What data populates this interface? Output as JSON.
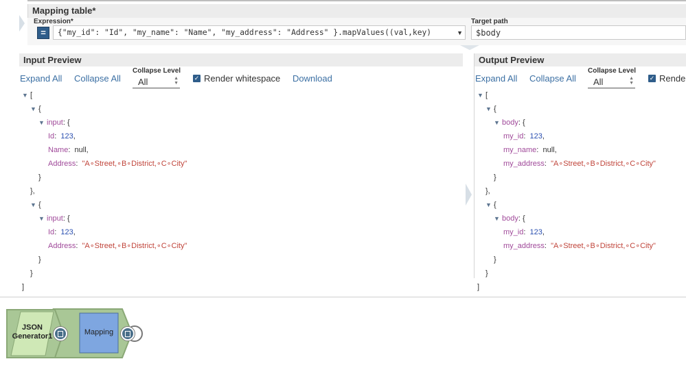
{
  "mapping": {
    "title": "Mapping table*",
    "expression_label": "Expression*",
    "expression_button": "=",
    "expression_value": "{\"my_id\": \"Id\", \"my_name\": \"Name\", \"my_address\": \"Address\" }.mapValues((val,key)",
    "dropdown_glyph": "▼",
    "target_label": "Target path",
    "target_value": "$body"
  },
  "input_preview": {
    "title": "Input Preview",
    "expand_all": "Expand All",
    "collapse_all": "Collapse All",
    "collapse_level_label": "Collapse Level",
    "collapse_level_value": "All",
    "render_whitespace": "Render whitespace",
    "download": "Download",
    "records": [
      {
        "wrapper": "input",
        "fields": [
          {
            "key": "Id",
            "value": "123",
            "kind": "num"
          },
          {
            "key": "Name",
            "value": "null",
            "kind": "nul"
          },
          {
            "key": "Address",
            "value": "\"A∘Street,∘B∘District,∘C∘City\"",
            "kind": "str"
          }
        ]
      },
      {
        "wrapper": "input",
        "fields": [
          {
            "key": "Id",
            "value": "123",
            "kind": "num"
          },
          {
            "key": "Address",
            "value": "\"A∘Street,∘B∘District,∘C∘City\"",
            "kind": "str"
          }
        ]
      }
    ]
  },
  "output_preview": {
    "title": "Output Preview",
    "expand_all": "Expand All",
    "collapse_all": "Collapse All",
    "collapse_level_label": "Collapse Level",
    "collapse_level_value": "All",
    "render_whitespace": "Render",
    "records": [
      {
        "wrapper": "body",
        "fields": [
          {
            "key": "my_id",
            "value": "123",
            "kind": "num"
          },
          {
            "key": "my_name",
            "value": "null",
            "kind": "nul"
          },
          {
            "key": "my_address",
            "value": "\"A∘Street,∘B∘District,∘C∘City\"",
            "kind": "str"
          }
        ]
      },
      {
        "wrapper": "body",
        "fields": [
          {
            "key": "my_id",
            "value": "123",
            "kind": "num"
          },
          {
            "key": "my_address",
            "value": "\"A∘Street,∘B∘District,∘C∘City\"",
            "kind": "str"
          }
        ]
      }
    ]
  },
  "pipeline": {
    "snap1_label": "JSON Generator1",
    "snap2_label": "Mapping"
  },
  "colors": {
    "accent": "#2f5d8a",
    "link": "#3b6fa3",
    "json_generator": "#c2e0a4",
    "mapping_snap": "#7ea6e0",
    "pipeline_outline": "#9ebf86"
  }
}
